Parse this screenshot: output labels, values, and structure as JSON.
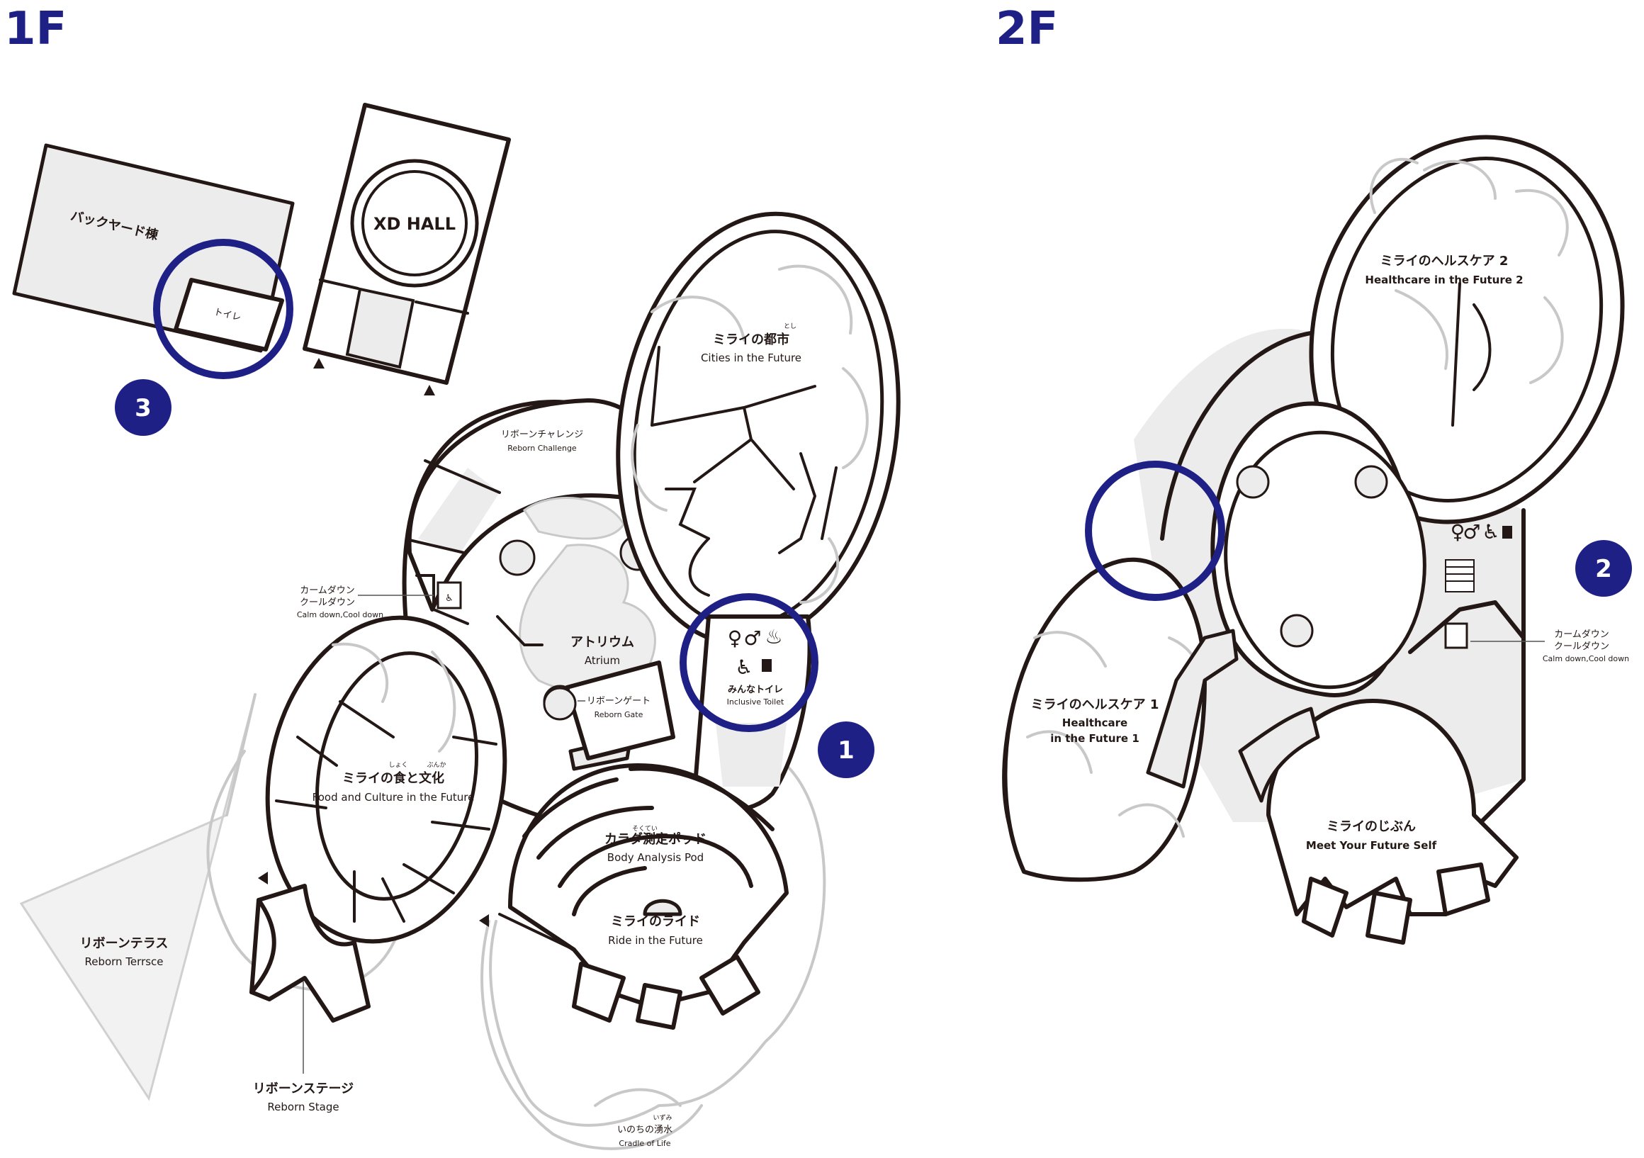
{
  "floors": {
    "first": "1F",
    "second": "2F"
  },
  "xd_hall": "XD HALL",
  "backyard": {
    "name": "バックヤード棟",
    "toilet": "トイレ"
  },
  "badges": [
    "1",
    "2",
    "3"
  ],
  "areas_1f": {
    "cities": {
      "ruby": "とし",
      "jp": "ミライの都市",
      "en": "Cities in the Future"
    },
    "challenge": {
      "jp": "リボーンチャレンジ",
      "en": "Reborn Challenge"
    },
    "calm": {
      "jp1": "カームダウン",
      "jp2": "クールダウン",
      "en": "Calm down,Cool down"
    },
    "atrium": {
      "jp": "アトリウム",
      "en": "Atrium"
    },
    "gate": {
      "jp": "リボーンゲート",
      "en": "Reborn Gate"
    },
    "toilet": {
      "jp": "みんなトイレ",
      "en": "Inclusive Toilet"
    },
    "food": {
      "ruby1": "しょく",
      "ruby2": "ぶんか",
      "jp": "ミライの食と文化",
      "en": "Food and Culture in the Future"
    },
    "body": {
      "ruby": "そくてい",
      "jp": "カラダ測定ポッド",
      "en": "Body Analysis Pod"
    },
    "ride": {
      "jp": "ミライのライド",
      "en": "Ride in the Future"
    },
    "terrace": {
      "jp": "リボーンテラス",
      "en": "Reborn Terrsce"
    },
    "stage": {
      "jp": "リボーンステージ",
      "en": "Reborn Stage"
    },
    "cradle": {
      "ruby": "いずみ",
      "jp": "いのちの湧水",
      "en": "Cradle of Life"
    }
  },
  "areas_2f": {
    "health2": {
      "jp": "ミライのヘルスケア 2",
      "en": "Healthcare in the Future 2"
    },
    "health1": {
      "jp": "ミライのヘルスケア 1",
      "en1": "Healthcare",
      "en2": "in the Future 1"
    },
    "self": {
      "jp": "ミライのじぶん",
      "en": "Meet Your Future Self"
    },
    "calm": {
      "jp1": "カームダウン",
      "jp2": "クールダウン",
      "en": "Calm down,Cool down"
    }
  },
  "icons": {
    "toilet_1f": [
      "woman-icon",
      "man-icon",
      "baby-care-icon",
      "wheelchair-icon",
      "ostomate-icon"
    ],
    "toilet_2f": [
      "woman-icon",
      "man-icon",
      "wheelchair-icon",
      "ostomate-icon"
    ],
    "calm": "calm-down-room-icon",
    "entrance": "entrance-arrow-icon"
  },
  "colors": {
    "accent": "#1f2086",
    "wall": "#231815",
    "room_fill": "#ececec",
    "outdoor_line": "#c8c8c8"
  }
}
